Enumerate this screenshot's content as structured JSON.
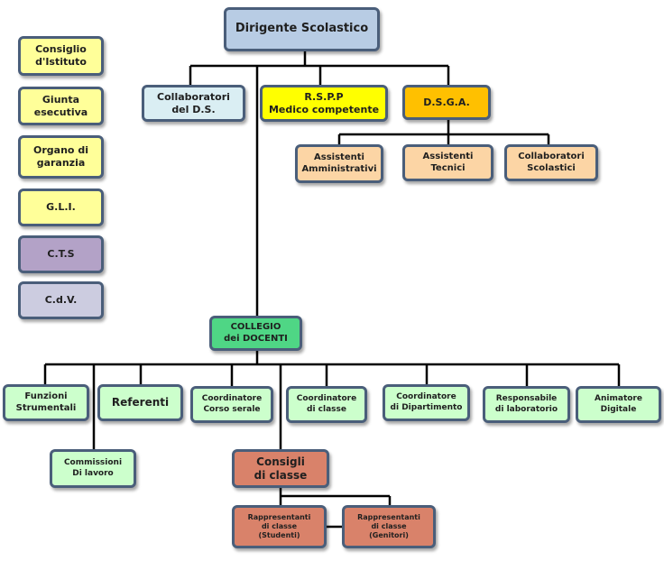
{
  "colors": {
    "blue": "#b8cce4",
    "light_blue": "#daeef3",
    "yellow": "#ffff00",
    "orange": "#ffc000",
    "peach": "#fcd5a5",
    "pale_yellow": "#ffff99",
    "purple": "#b3a2c7",
    "lavender": "#cccce0",
    "teal_green": "#4fd685",
    "pale_green": "#ccffcc",
    "terracotta": "#d9826a",
    "border": "#4a5e7a",
    "line": "#000000"
  },
  "nodes": {
    "dirigente": "Dirigente Scolastico",
    "collaboratori_ds": "Collaboratori\ndel D.S.",
    "rspp": "R.S.P.P\nMedico competente",
    "dsga": "D.S.G.A.",
    "assistenti_amm": "Assistenti\nAmministrativi",
    "assistenti_tec": "Assistenti\nTecnici",
    "collaboratori_scol": "Collaboratori\nScolastici",
    "consiglio_istituto": "Consiglio\nd'Istituto",
    "giunta": "Giunta\nesecutiva",
    "organo_garanzia": "Organo di\ngaranzia",
    "gli": "G.L.I.",
    "cts": "C.T.S",
    "cdv": "C.d.V.",
    "collegio": "COLLEGIO\ndei DOCENTI",
    "funzioni": "Funzioni\nStrumentali",
    "referenti": "Referenti",
    "coord_serale": "Coordinatore\nCorso serale",
    "coord_classe": "Coordinatore\ndi classe",
    "coord_dip": "Coordinatore\ndi Dipartimento",
    "resp_lab": "Responsabile\ndi laboratorio",
    "animatore": "Animatore\nDigitale",
    "commissioni": "Commissioni\nDi lavoro",
    "consigli": "Consigli\ndi classe",
    "rapp_studenti": "Rappresentanti\ndi classe\n(Studenti)",
    "rapp_genitori": "Rappresentanti\ndi classe\n(Genitori)"
  }
}
